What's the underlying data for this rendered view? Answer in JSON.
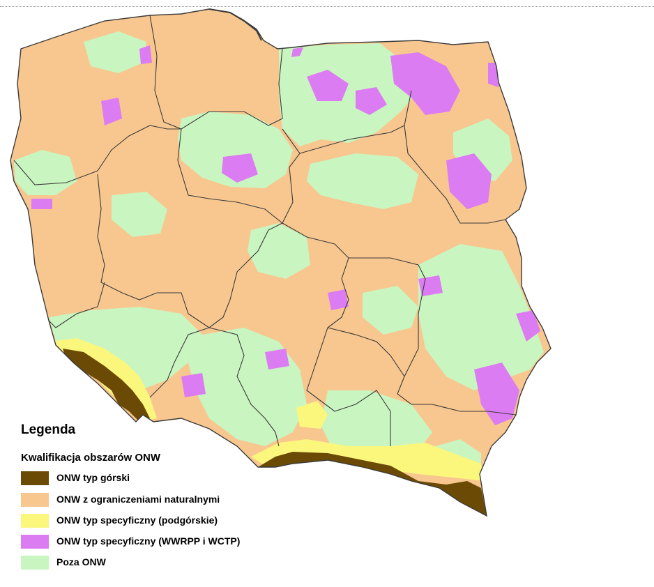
{
  "legend": {
    "title": "Legenda",
    "subtitle": "Kwalifikacja obszarów ONW",
    "items": [
      {
        "label": "ONW typ górski",
        "color": "#6b4a06"
      },
      {
        "label": "ONW z ograniczeniami naturalnymi",
        "color": "#f8c78f"
      },
      {
        "label": "ONW typ specyficzny (podgórskie)",
        "color": "#fbf77d"
      },
      {
        "label": "ONW typ specyficzny (WWRPP i WCTP)",
        "color": "#dc7cf2"
      },
      {
        "label": "Poza ONW",
        "color": "#c9f5c0"
      }
    ]
  },
  "map": {
    "border_color": "#3a3a3a",
    "sea_coast_color": "#3a3a3a"
  }
}
